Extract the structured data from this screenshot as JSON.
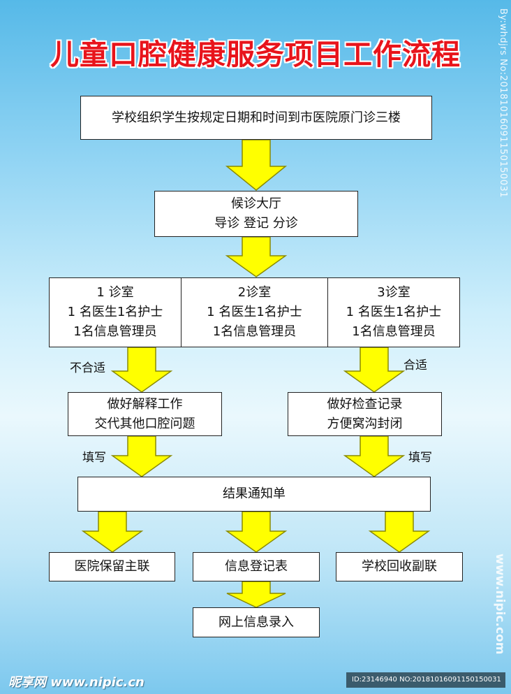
{
  "title": "儿童口腔健康服务项目工作流程",
  "step1": "学校组织学生按规定日期和时间到市医院原门诊三楼",
  "step2": {
    "line1": "候诊大厅",
    "line2": "导诊  登记  分诊"
  },
  "rooms": [
    {
      "line1": "1 诊室",
      "line2": "1 名医生1名护士",
      "line3": "1名信息管理员"
    },
    {
      "line1": "2诊室",
      "line2": "1 名医生1名护士",
      "line3": "1名信息管理员"
    },
    {
      "line1": "3诊室",
      "line2": "1 名医生1名护士",
      "line3": "1名信息管理员"
    }
  ],
  "labels": {
    "unsuitable": "不合适",
    "suitable": "合适",
    "fill_left": "填写",
    "fill_right": "填写"
  },
  "left_action": {
    "line1": "做好解释工作",
    "line2": "交代其他口腔问题"
  },
  "right_action": {
    "line1": "做好检查记录",
    "line2": "方便窝沟封闭"
  },
  "notice": "结果通知单",
  "outputs": {
    "hospital": "医院保留主联",
    "register": "信息登记表",
    "school": "学校回收副联"
  },
  "online": "网上信息录入",
  "watermark": {
    "side": "By:whdjrs No:20181016091150150031",
    "side2": "www.nipic.com",
    "footer_left": "昵享网 www.nipic.cn",
    "footer_right": "ID:23146940 NO:20181016091150150031"
  },
  "colors": {
    "title": "#e8141b",
    "arrow_fill": "#ffff00",
    "arrow_stroke": "#8a8a00"
  }
}
